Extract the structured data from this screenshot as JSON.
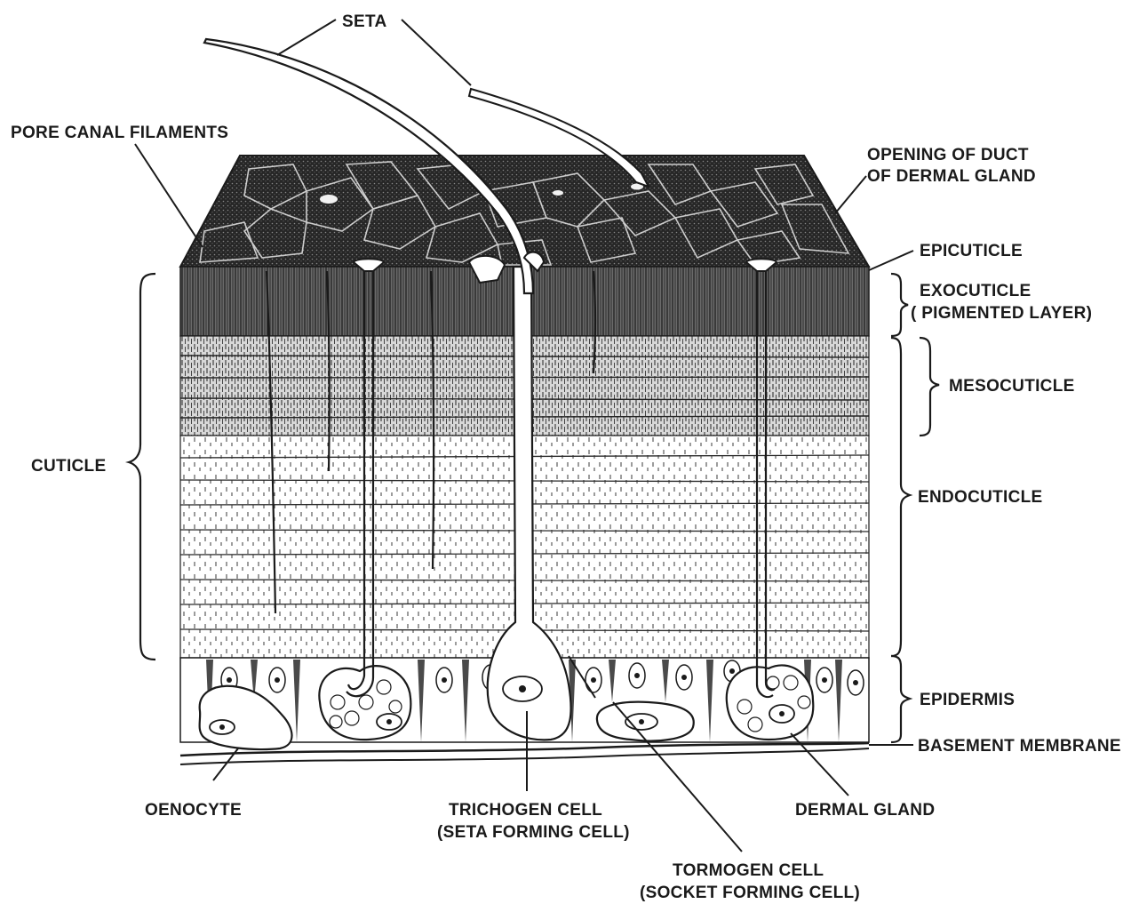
{
  "labels": {
    "seta": "SETA",
    "pore_canal_filaments": "PORE CANAL FILAMENTS",
    "opening_duct_line1": "OPENING OF DUCT",
    "opening_duct_line2": "OF DERMAL GLAND",
    "epicuticle": "EPICUTICLE",
    "exocuticle_line1": "EXOCUTICLE",
    "exocuticle_line2": "( PIGMENTED LAYER)",
    "mesocuticle": "MESOCUTICLE",
    "cuticle": "CUTICLE",
    "endocuticle": "ENDOCUTICLE",
    "epidermis": "EPIDERMIS",
    "basement_membrane": "BASEMENT MEMBRANE",
    "oenocyte": "OENOCYTE",
    "trichogen_line1": "TRICHOGEN CELL",
    "trichogen_line2": "(SETA FORMING CELL)",
    "dermal_gland": "DERMAL GLAND",
    "tormogen_line1": "TORMOGEN CELL",
    "tormogen_line2": "(SOCKET FORMING CELL)"
  },
  "colors": {
    "ink": "#1a1a1a",
    "surface": "#3a3a3a",
    "paper": "#ffffff"
  }
}
